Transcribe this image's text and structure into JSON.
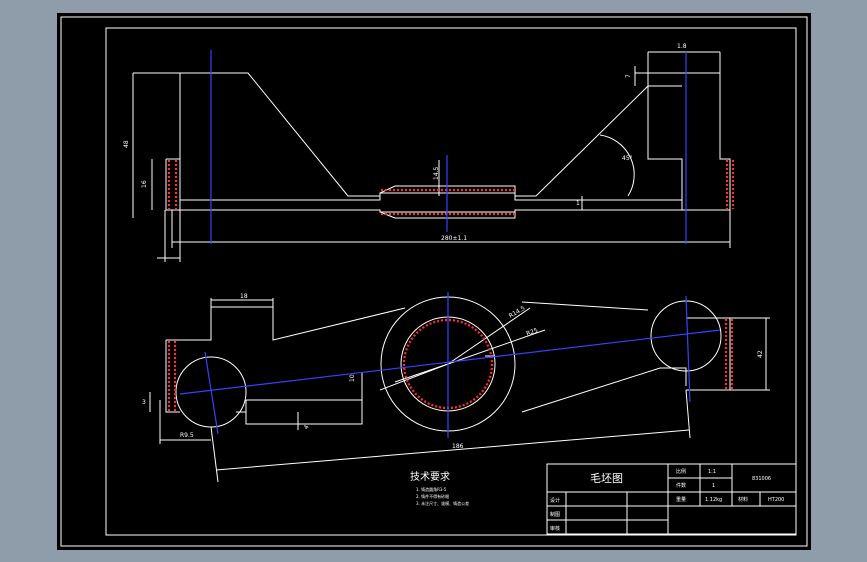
{
  "colors": {
    "background": "#8f9dab",
    "sheet": "#000000",
    "outline": "#ffffff",
    "centerline": "#3344ff",
    "hatch": "#ff3030"
  },
  "top_view": {
    "dims": {
      "left_height": "48",
      "left_flange": "16",
      "hub_height": "14.5",
      "right_step": "7",
      "angle": "45°",
      "right_width": "1.8",
      "bottom_step": "1",
      "total_length": "280±1.1"
    }
  },
  "front_view": {
    "dims": {
      "boss_top": "18",
      "center_radius": "R14.5",
      "inner_radius": "R25",
      "left_radius": "R9.5",
      "left_small": "3",
      "mid_height": "10",
      "rib_depth": "4",
      "right_height": "42",
      "center_distance": "186"
    }
  },
  "notes": {
    "title": "技术要求",
    "lines": [
      "1. 铸造圆角R3-5",
      "2. 铸件不得有砂眼",
      "3. 未注尺寸、拔模、铸造公差"
    ]
  },
  "title_block": {
    "title": "毛坯图",
    "label_scale": "比例",
    "value_scale": "1:1",
    "label_qty": "件数",
    "value_qty": "1",
    "drawing_no": "831006",
    "label_weight": "重量",
    "value_weight": "1.12kg",
    "label_material_no": "材料",
    "value_material": "HT200",
    "row_design": "设计",
    "row_draw": "制图",
    "row_check": "审核"
  }
}
